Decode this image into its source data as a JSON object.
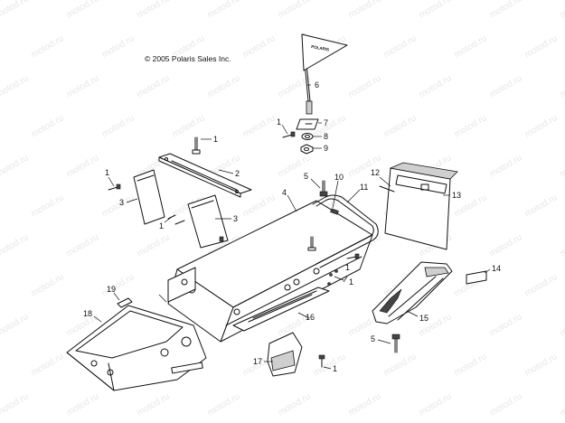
{
  "copyright": "© 2005 Polaris Sales Inc.",
  "watermark": "motod.ru",
  "flag_text": "POLARIS",
  "callouts": {
    "c1a": "1",
    "c1b": "1",
    "c1c": "1",
    "c1d": "1",
    "c1e": "1",
    "c1f": "1",
    "c1g": "1",
    "c2": "2",
    "c3a": "3",
    "c3b": "3",
    "c4": "4",
    "c5a": "5",
    "c5b": "5",
    "c6": "6",
    "c7": "7",
    "c8": "8",
    "c9": "9",
    "c10": "10",
    "c11": "11",
    "c12": "12",
    "c13": "13",
    "c14": "14",
    "c15": "15",
    "c16": "16",
    "c17": "17",
    "c18": "18",
    "c19": "19"
  },
  "colors": {
    "line": "#111111",
    "watermark": "#e7e7e7",
    "background": "#ffffff"
  }
}
